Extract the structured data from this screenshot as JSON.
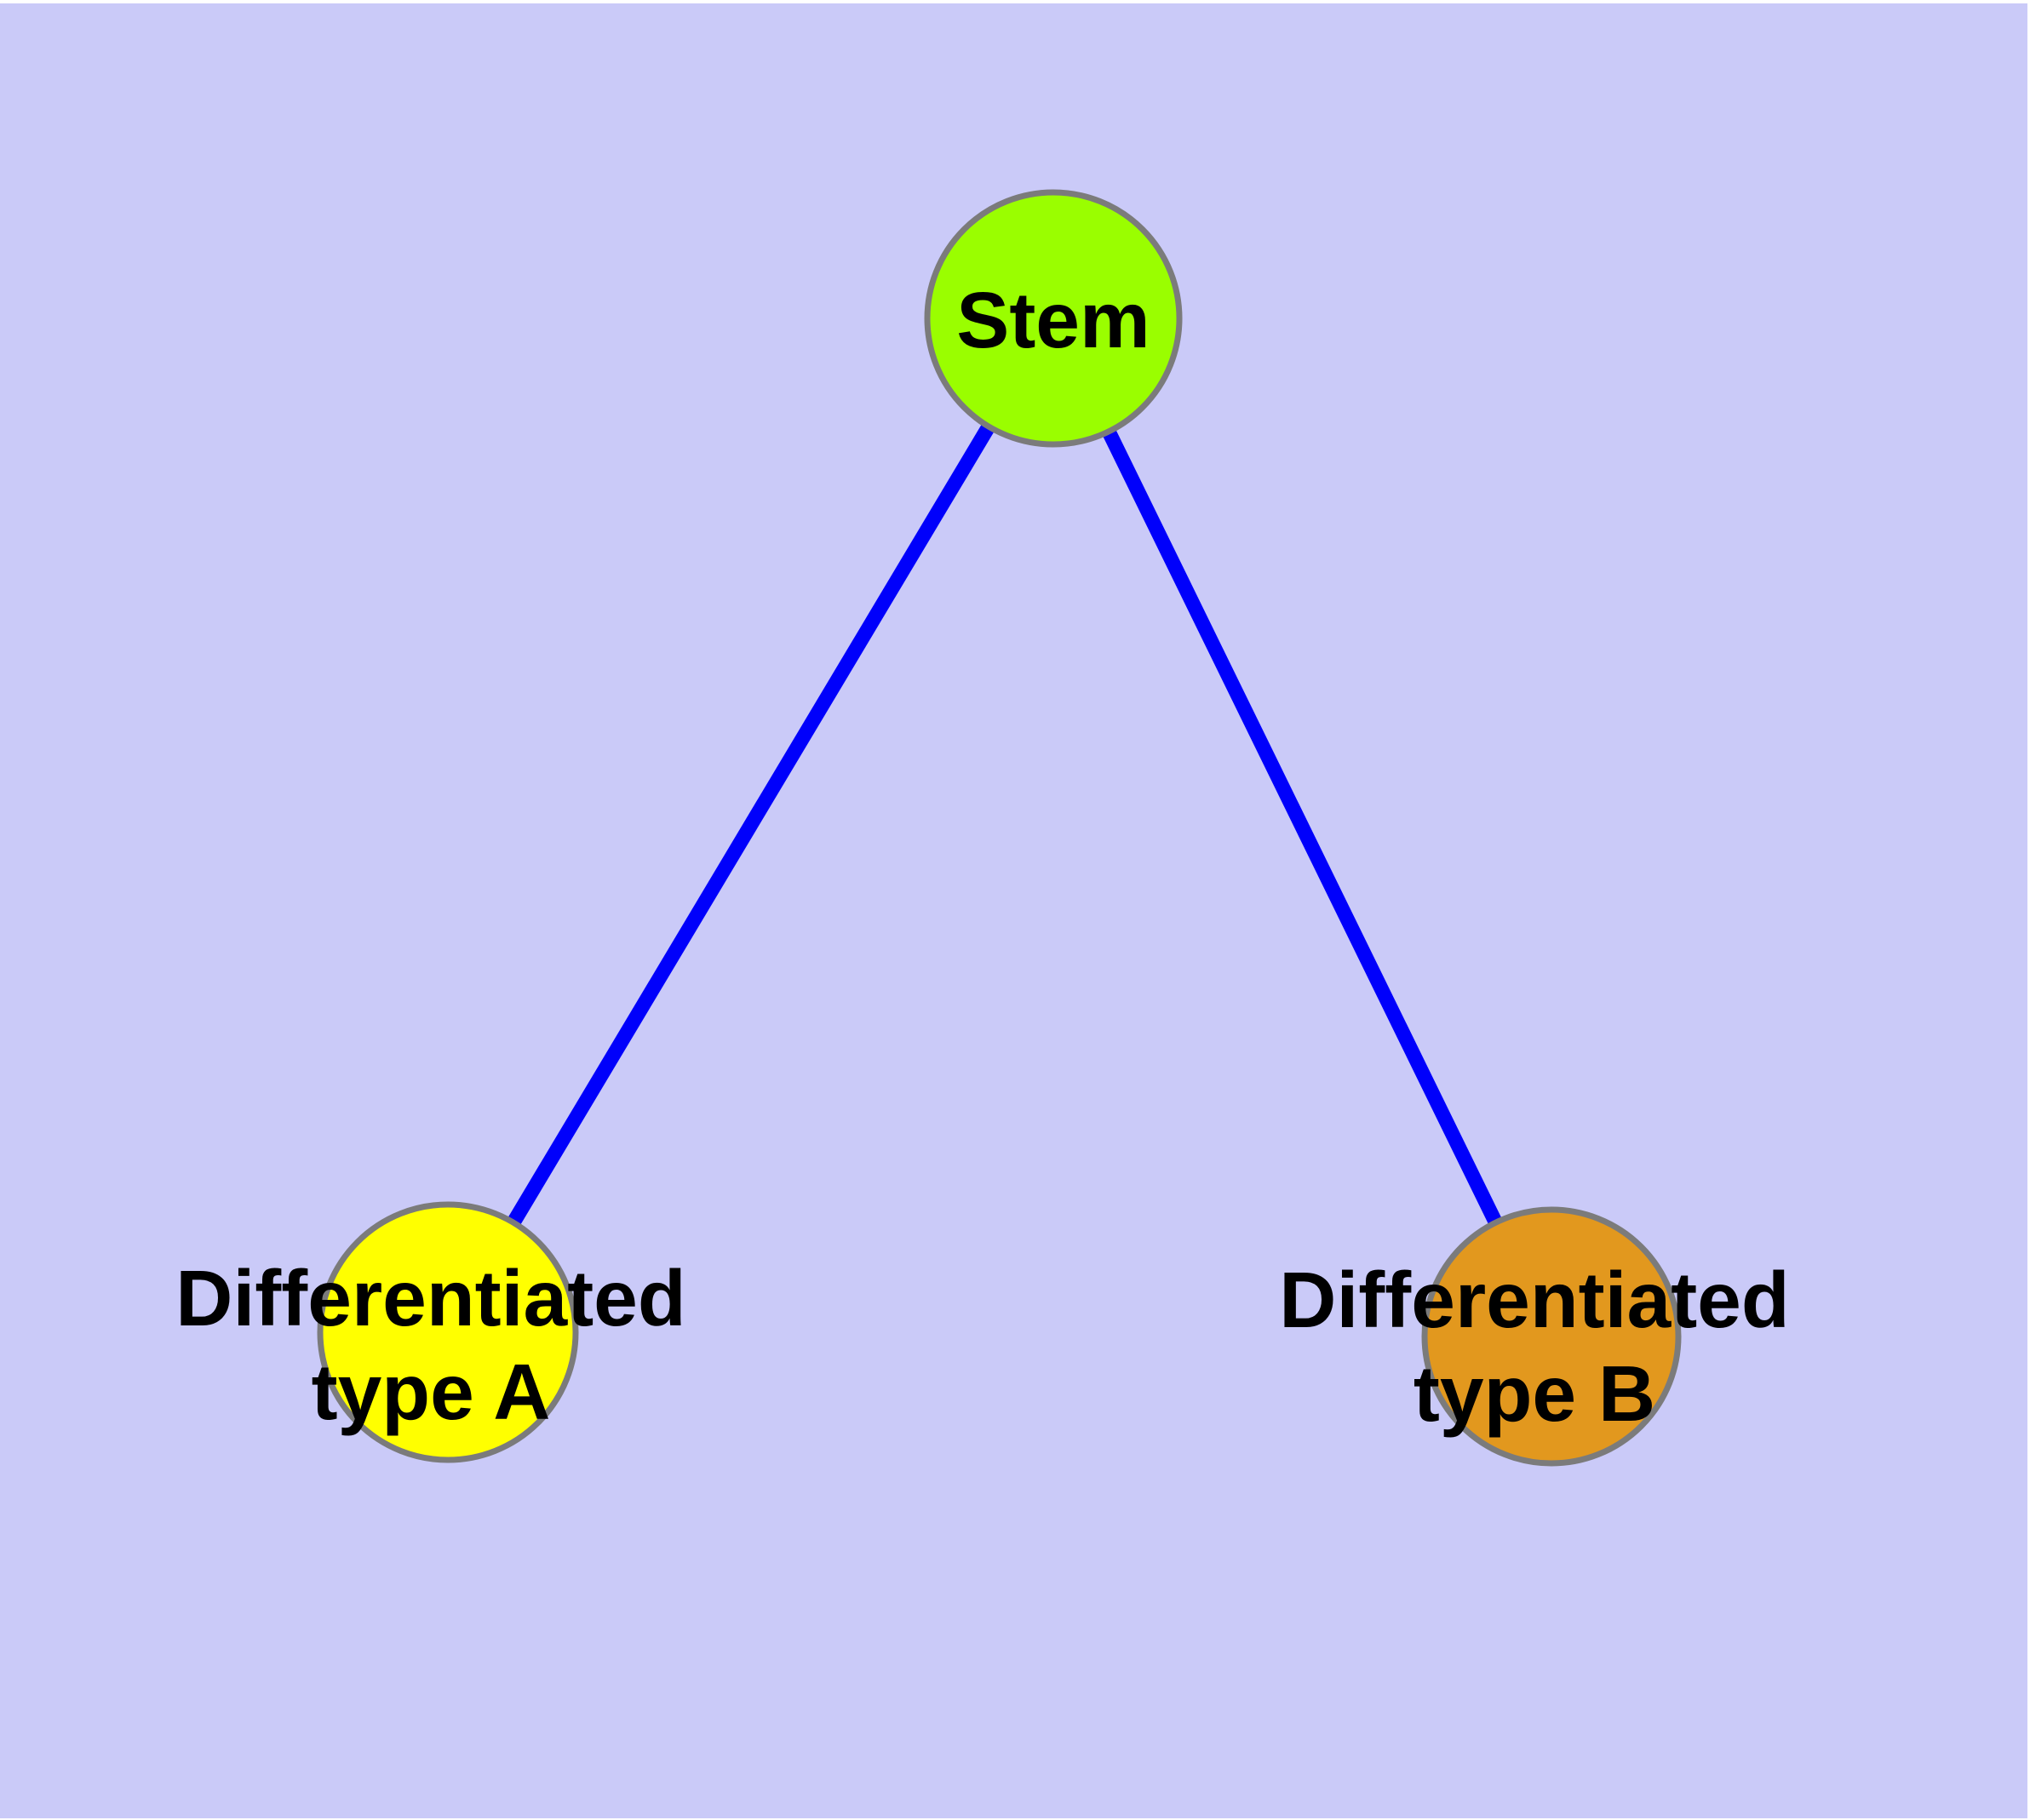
{
  "diagram": {
    "background_color": "#cacaf8",
    "margin_color": "#ffffff",
    "edge_color": "#0000fb",
    "node_border_color": "#7b7b7b",
    "label_color": "#000000",
    "nodes": {
      "stem": {
        "label": "Stem",
        "fill": "#9afe00"
      },
      "type_a": {
        "label_line1": "Differentiated",
        "label_line2": "type A",
        "fill": "#ffff00"
      },
      "type_b": {
        "label_line1": "Differentiated",
        "label_line2": "type B",
        "fill": "#e2981e"
      }
    },
    "edges": [
      {
        "from": "Stem",
        "to": "Differentiated type A"
      },
      {
        "from": "Stem",
        "to": "Differentiated type B"
      }
    ]
  }
}
